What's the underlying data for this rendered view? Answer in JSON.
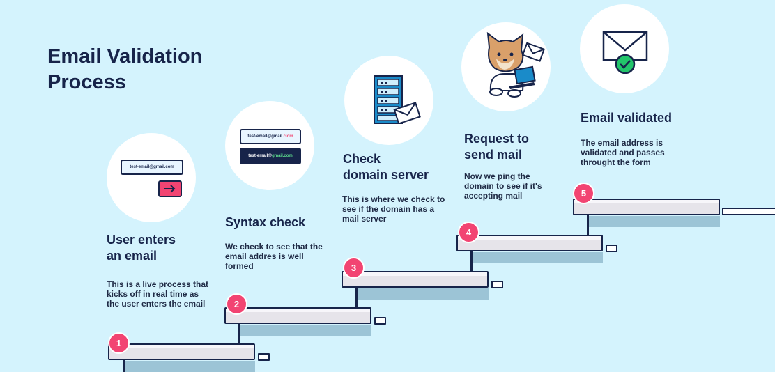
{
  "title": "Email Validation\nProcess",
  "steps": [
    {
      "number": "1",
      "title": "User enters\nan email",
      "description": "This is a live process that kicks off in real time as the user enters the email"
    },
    {
      "number": "2",
      "title": "Syntax check",
      "description": "We check to see that the email addres is well formed"
    },
    {
      "number": "3",
      "title": "Check\ndomain server",
      "description": "This is where we check to see if the domain has a mail server"
    },
    {
      "number": "4",
      "title": "Request to\nsend mail",
      "description": "Now we ping the domain to see if it's accepting mail"
    },
    {
      "number": "5",
      "title": "Email validated",
      "description": "The email address is validated and passes throught the form"
    }
  ],
  "illustrations": {
    "step1_email": "test-email@gmail.com",
    "step2_email_local": "test-email@gmail.",
    "step2_email_bad_tld": "clom",
    "step2_email_good_local": "test-email@",
    "step2_email_good_domain": "gmail.com"
  },
  "colors": {
    "background": "#d4f3fd",
    "accent": "#f24472",
    "navy": "#17244a",
    "success": "#22c56a"
  },
  "icons": [
    "arrow-right-icon",
    "server-rack-icon",
    "envelope-icon",
    "cat-mascot-icon",
    "envelope-check-icon"
  ]
}
